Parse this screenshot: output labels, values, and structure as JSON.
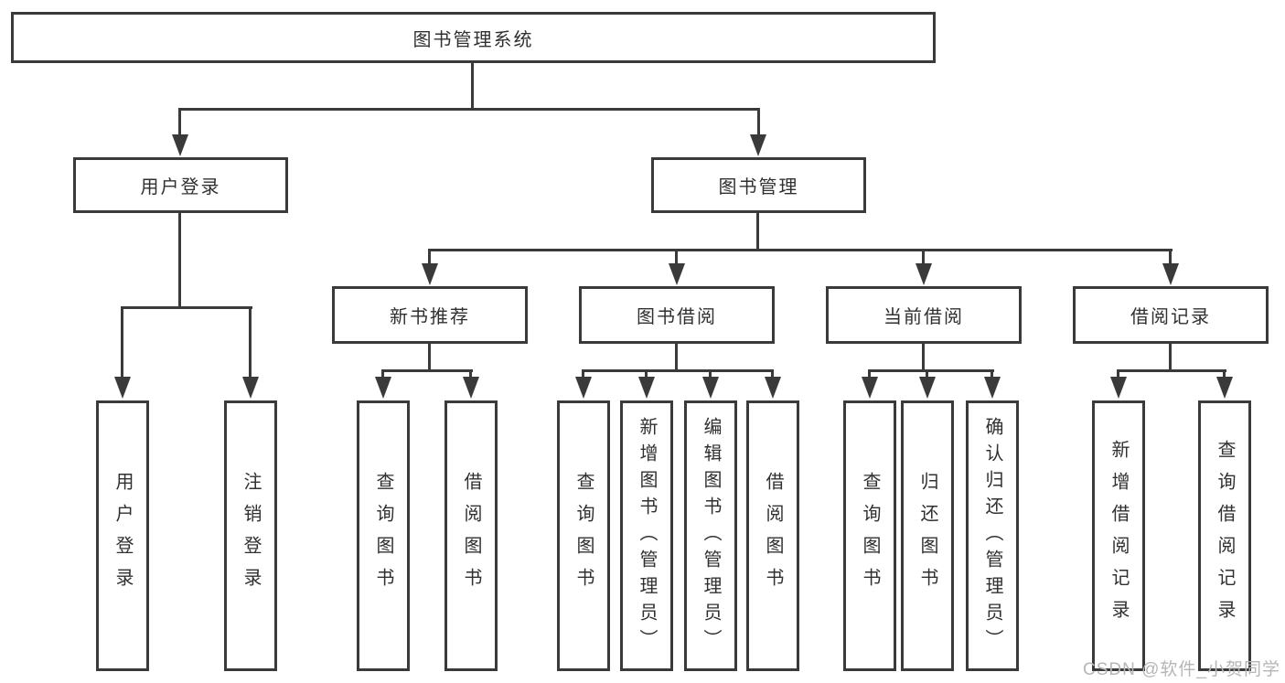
{
  "diagram": {
    "title_node": {
      "label": "图书管理系统"
    },
    "level2": [
      {
        "label": "用户登录"
      },
      {
        "label": "图书管理"
      }
    ],
    "level3": [
      {
        "label": "新书推荐"
      },
      {
        "label": "图书借阅"
      },
      {
        "label": "当前借阅"
      },
      {
        "label": "借阅记录"
      }
    ],
    "leaves": {
      "user_login": [
        {
          "label": "用户登录"
        },
        {
          "label": "注销登录"
        }
      ],
      "new_book_recommend": [
        {
          "label": "查询图书"
        },
        {
          "label": "借阅图书"
        }
      ],
      "book_borrow": [
        {
          "label": "查询图书"
        },
        {
          "label": "新增图书（管理员）"
        },
        {
          "label": "编辑图书（管理员）"
        },
        {
          "label": "借阅图书"
        }
      ],
      "current_borrow": [
        {
          "label": "查询图书"
        },
        {
          "label": "归还图书"
        },
        {
          "label": "确认归还（管理员）"
        }
      ],
      "borrow_records": [
        {
          "label": "新增借阅记录"
        },
        {
          "label": "查询借阅记录"
        }
      ]
    },
    "colors": {
      "line": "#3a3a3a",
      "text": "#303030",
      "background": "#ffffff",
      "watermark": "#b6b6b6"
    }
  },
  "watermark": {
    "text": "CSDN @软件_小贺同学"
  }
}
